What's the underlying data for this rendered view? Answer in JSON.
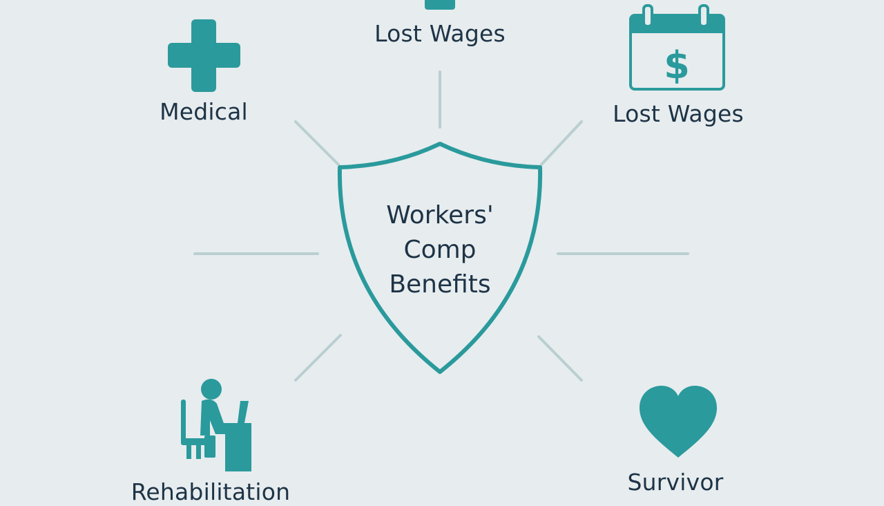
{
  "colors": {
    "background": "#e7ecee",
    "accent": "#2a9a9c",
    "connector": "#b9cfd2",
    "text": "#1d3346"
  },
  "center": {
    "icon": "shield-icon",
    "title_lines": [
      "Workers'",
      "Comp",
      "Benefits"
    ]
  },
  "benefits": [
    {
      "id": "lost-wages-top",
      "label": "Lost Wages",
      "icon": "square-icon"
    },
    {
      "id": "medical",
      "label": "Medical",
      "icon": "medical-cross-icon"
    },
    {
      "id": "lost-wages-right",
      "label": "Lost Wages",
      "icon": "calendar-dollar-icon"
    },
    {
      "id": "rehabilitation",
      "label": "Rehabilitation",
      "icon": "person-at-desk-icon"
    },
    {
      "id": "survivor",
      "label": "Survivor",
      "icon": "heart-icon"
    }
  ]
}
